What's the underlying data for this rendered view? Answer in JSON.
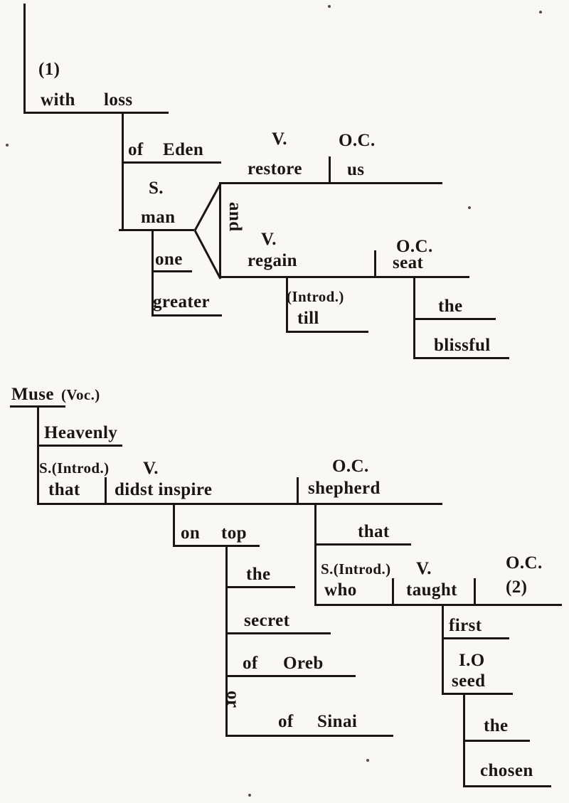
{
  "canvas": {
    "background": "#f9f8f3",
    "ink": "#1b1611"
  },
  "diagram1": {
    "ref_label": "(1)",
    "pp_with": {
      "prep": "with",
      "obj": "loss"
    },
    "pp_of_eden": {
      "prep": "of",
      "obj": "Eden"
    },
    "subject": {
      "label": "S.",
      "word": "man",
      "mod1": "one",
      "mod2": "greater"
    },
    "conjunction": "and",
    "clause_restore": {
      "verb_label": "V.",
      "verb": "restore",
      "oc_label": "O.C.",
      "object": "us"
    },
    "clause_regain": {
      "verb_label": "V.",
      "verb": "regain",
      "oc_label": "O.C.",
      "object": "seat",
      "introducer_label": "(Introd.)",
      "introducer": "till",
      "object_mod1": "the",
      "object_mod2": "blissful"
    }
  },
  "diagram2": {
    "vocative": {
      "word": "Muse",
      "label": "(Voc.)",
      "mod": "Heavenly"
    },
    "main_clause": {
      "subject_label": "S.(Introd.)",
      "subject": "that",
      "verb_label": "V.",
      "verb": "didst inspire",
      "oc_label": "O.C.",
      "object": "shepherd",
      "object_mod": "that"
    },
    "pp_on_top": {
      "prep": "on",
      "obj": "top",
      "mod1": "the",
      "mod2": "secret"
    },
    "pp_of_oreb": {
      "prep": "of",
      "obj": "Oreb"
    },
    "conjunction": "or",
    "pp_of_sinai": {
      "prep": "of",
      "obj": "Sinai"
    },
    "rel_clause": {
      "subject_label": "S.(Introd.)",
      "subject": "who",
      "verb_label": "V.",
      "verb": "taught",
      "oc_label": "O.C.",
      "object_ref": "(2)",
      "adverb": "first",
      "io_label": "I.O",
      "io": "seed",
      "io_mod1": "the",
      "io_mod2": "chosen"
    }
  }
}
